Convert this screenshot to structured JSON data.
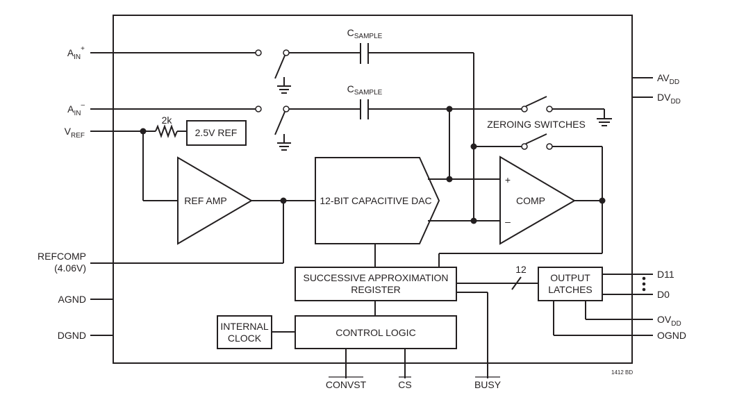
{
  "pins_left": {
    "ain_pos": {
      "base": "A",
      "sub": "IN",
      "sup": "+"
    },
    "ain_neg": {
      "base": "A",
      "sub": "IN",
      "sup": "–"
    },
    "vref": {
      "base": "V",
      "sub": "REF"
    },
    "refcomp": {
      "line1": "REFCOMP",
      "line2": "(4.06V)"
    },
    "agnd": "AGND",
    "dgnd": "DGND"
  },
  "pins_right": {
    "avdd": {
      "base": "AV",
      "sub": "DD"
    },
    "dvdd": {
      "base": "DV",
      "sub": "DD"
    },
    "d11": "D11",
    "d0": "D0",
    "ovdd": {
      "base": "OV",
      "sub": "DD"
    },
    "ognd": "OGND"
  },
  "pins_bottom": {
    "convst": "CONVST",
    "cs": "CS",
    "busy": "BUSY"
  },
  "labels": {
    "csample": {
      "base": "C",
      "sub": "SAMPLE"
    },
    "resistor": "2k",
    "ref_box": "2.5V REF",
    "ref_amp": "REF AMP",
    "dac": "12-BIT CAPACITIVE DAC",
    "comp": "COMP",
    "plus": "+",
    "minus": "–",
    "zeroing": "ZEROING SWITCHES",
    "sar_line1": "SUCCESSIVE APPROXIMATION",
    "sar_line2": "REGISTER",
    "bus_width": "12",
    "latch_line1": "OUTPUT",
    "latch_line2": "LATCHES",
    "clock_line1": "INTERNAL",
    "clock_line2": "CLOCK",
    "control": "CONTROL LOGIC",
    "figure_code": "1412 BD"
  }
}
